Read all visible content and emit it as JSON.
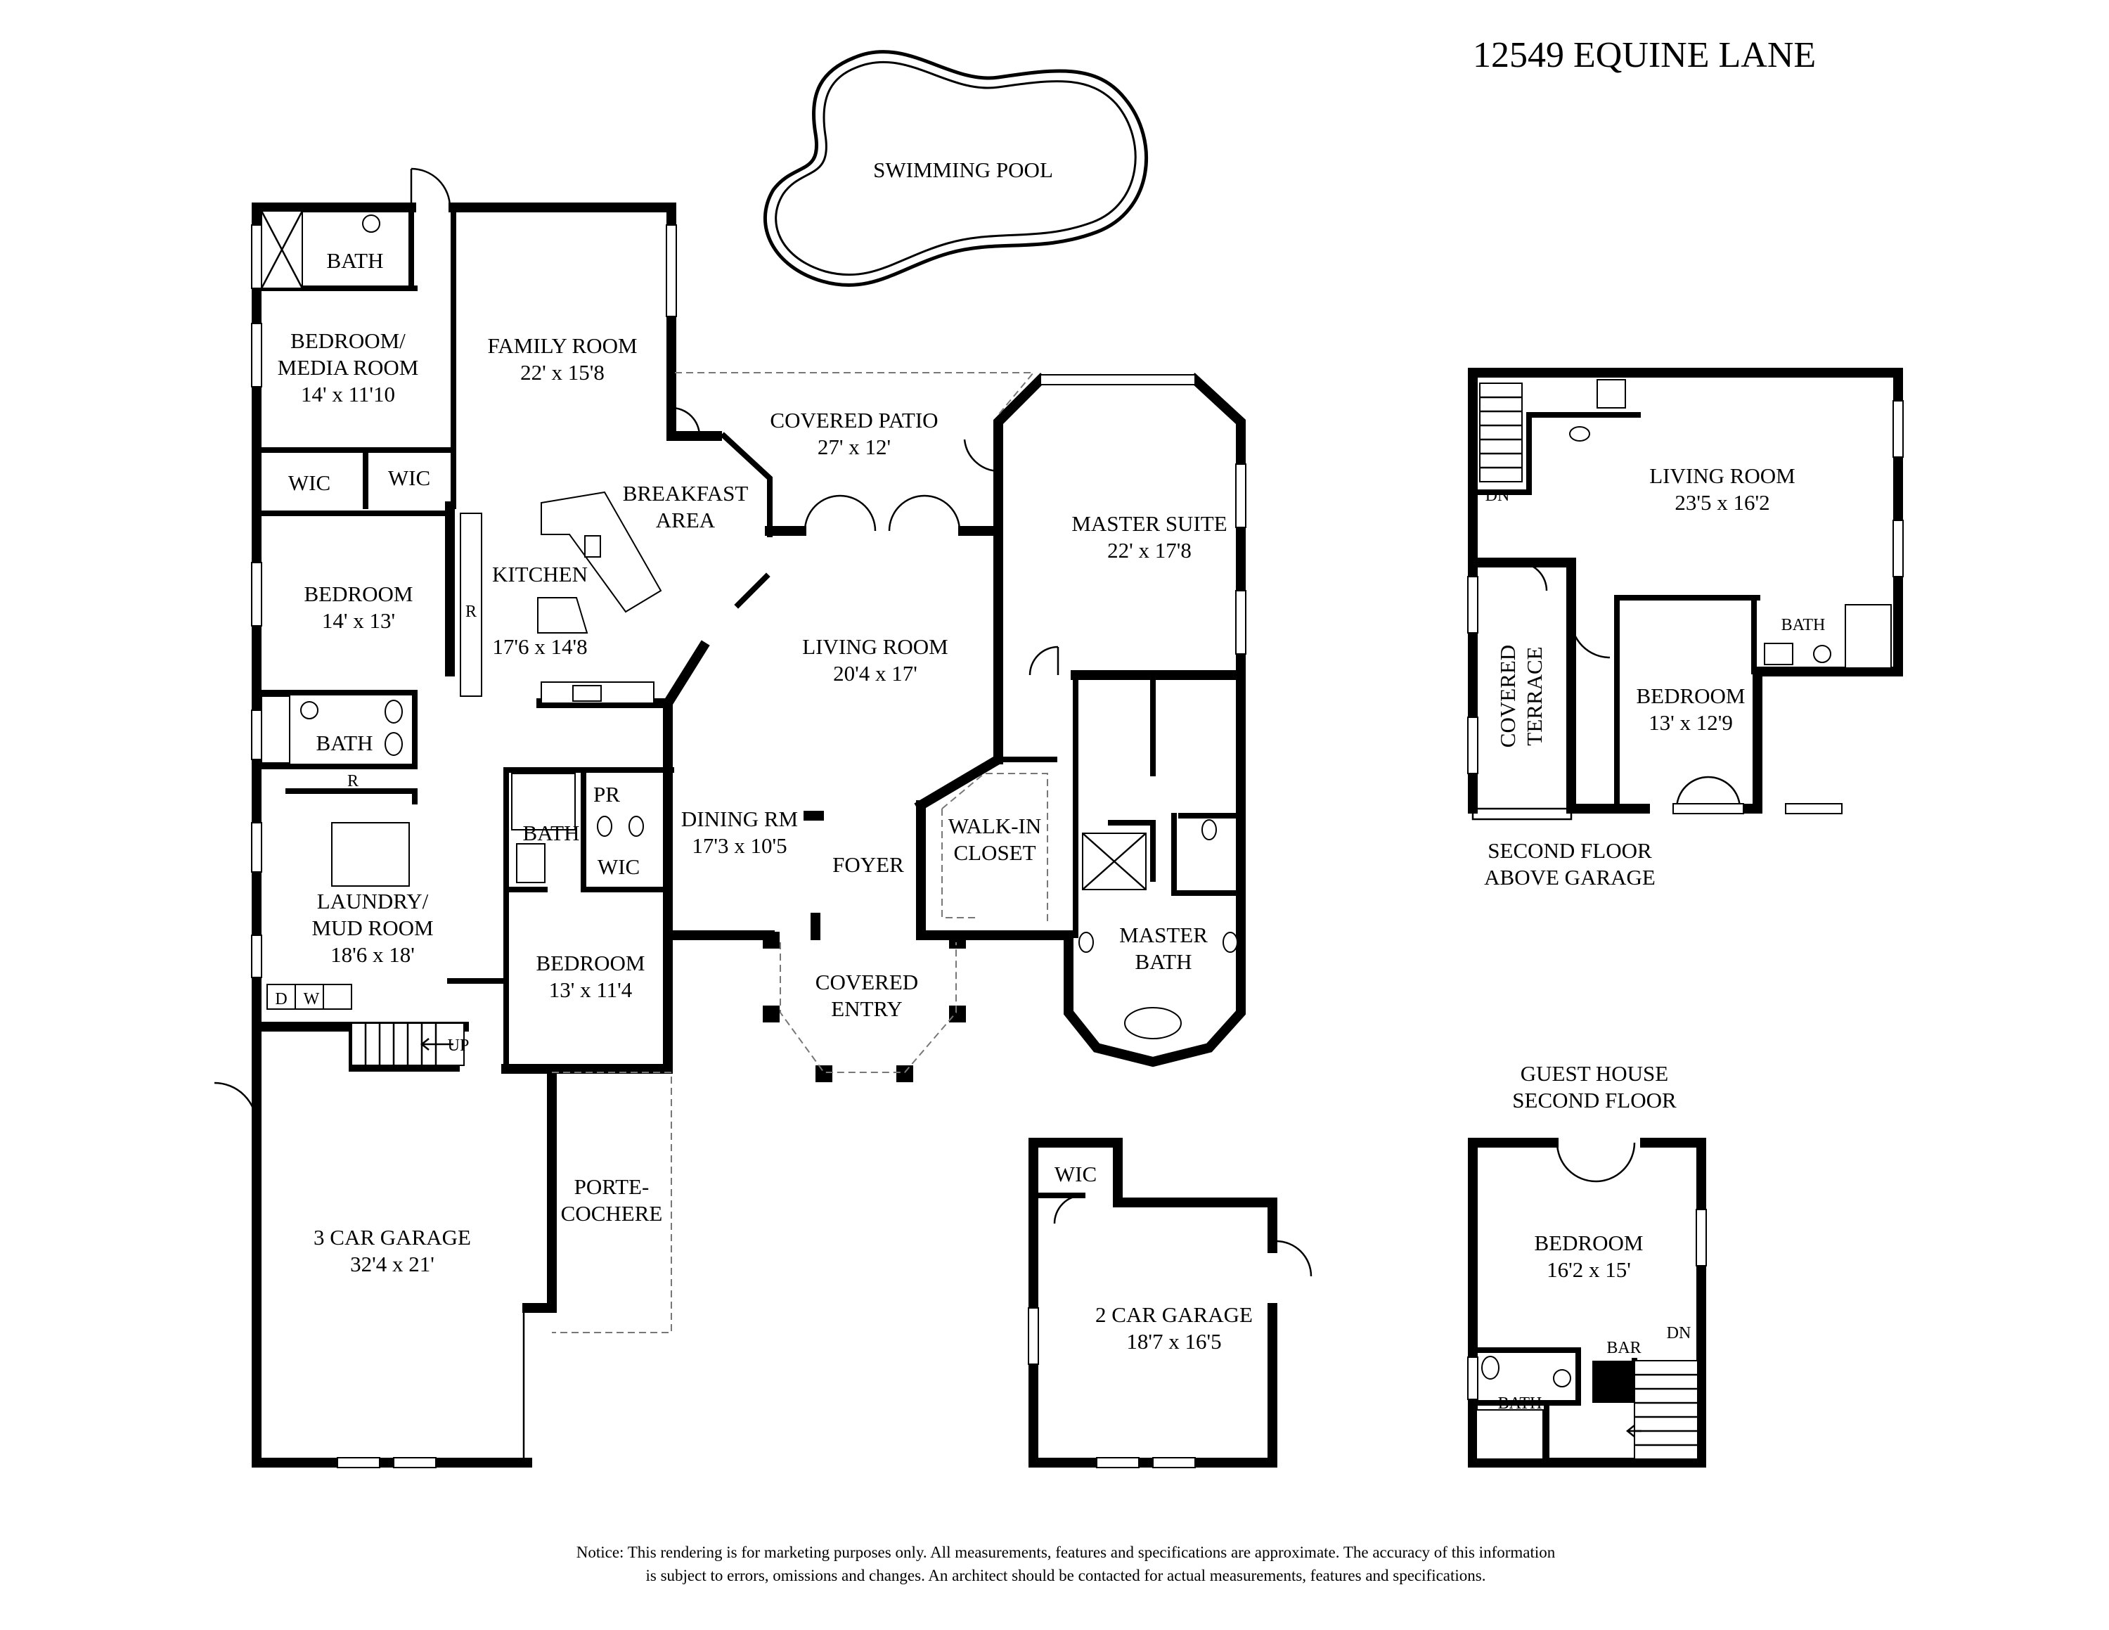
{
  "title": "12549 EQUINE LANE",
  "notice": {
    "line1": "Notice: This rendering is for marketing purposes only. All measurements, features and specifications are approximate. The accuracy of this information",
    "line2": "is subject to errors, omissions and changes. An architect should be contacted for actual measurements, features and specifications."
  },
  "main_floor": {
    "swimming_pool": "SWIMMING POOL",
    "bath_top": "BATH",
    "bedroom_media": {
      "name1": "BEDROOM/",
      "name2": "MEDIA ROOM",
      "size": "14' x 11'10"
    },
    "family_room": {
      "name": "FAMILY ROOM",
      "size": "22' x 15'8"
    },
    "covered_patio": {
      "name": "COVERED PATIO",
      "size": "27' x 12'"
    },
    "master_suite": {
      "name": "MASTER SUITE",
      "size": "22' x 17'8"
    },
    "wic_1": "WIC",
    "wic_2": "WIC",
    "breakfast": {
      "name1": "BREAKFAST",
      "name2": "AREA"
    },
    "kitchen": {
      "name": "KITCHEN",
      "size": "17'6 x 14'8"
    },
    "fridge_1": "R",
    "bedroom_2": {
      "name": "BEDROOM",
      "size": "14' x 13'"
    },
    "living_room": {
      "name": "LIVING ROOM",
      "size": "20'4 x 17'"
    },
    "bath_2": "BATH",
    "fridge_2": "R",
    "pr": "PR",
    "bath_3": "BATH",
    "wic_3": "WIC",
    "dining": {
      "name": "DINING RM",
      "size": "17'3  x 10'5"
    },
    "foyer": "FOYER",
    "walkin_closet": {
      "name1": "WALK-IN",
      "name2": "CLOSET"
    },
    "laundry": {
      "name1": "LAUNDRY/",
      "name2": "MUD ROOM",
      "size": "18'6 x 18'"
    },
    "bedroom_3": {
      "name": "BEDROOM",
      "size": "13' x 11'4"
    },
    "covered_entry": {
      "name1": "COVERED",
      "name2": "ENTRY"
    },
    "master_bath": {
      "name1": "MASTER",
      "name2": "BATH"
    },
    "dryer": "D",
    "washer": "W",
    "stairs_up": "UP",
    "garage_3car": {
      "name": "3 CAR GARAGE",
      "size": "32'4 x 21'"
    },
    "porte_cochere": {
      "name1": "PORTE-",
      "name2": "COCHERE"
    }
  },
  "detached_garage": {
    "wic": "WIC",
    "garage_2car": {
      "name": "2 CAR GARAGE",
      "size": "18'7 x 16'5"
    }
  },
  "second_floor_above_garage": {
    "caption1": "SECOND FLOOR",
    "caption2": "ABOVE GARAGE",
    "dn": "DN",
    "living_room": {
      "name": "LIVING ROOM",
      "size": "23'5 x 16'2"
    },
    "bath": "BATH",
    "covered_terrace": {
      "name1": "COVERED",
      "name2": "TERRACE"
    },
    "bedroom": {
      "name": "BEDROOM",
      "size": "13' x 12'9"
    }
  },
  "guest_house_second_floor": {
    "caption1": "GUEST HOUSE",
    "caption2": "SECOND FLOOR",
    "bedroom": {
      "name": "BEDROOM",
      "size": "16'2 x 15'"
    },
    "bar": "BAR",
    "dn": "DN",
    "bath": "BATH"
  }
}
